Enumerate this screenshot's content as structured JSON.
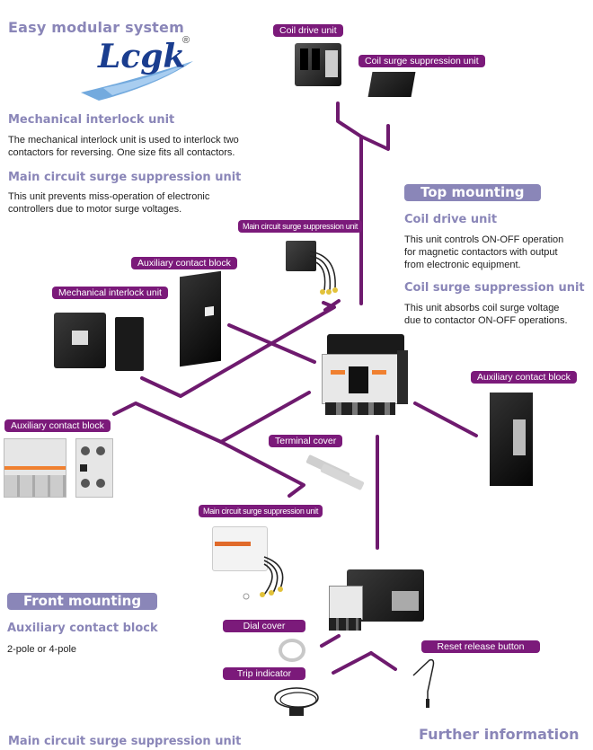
{
  "page": {
    "title": "Easy modular system",
    "logo": {
      "text": "Lcgk",
      "registered": "®"
    }
  },
  "left_sections": [
    {
      "heading": "Mechanical interlock unit",
      "body": [
        "The mechanical interlock unit is used to interlock two",
        "contactors for reversing.  One size fits all contactors."
      ]
    },
    {
      "heading": "Main circuit surge suppression unit",
      "body": [
        "This unit prevents miss-operation of electronic",
        "controllers due to motor surge voltages."
      ]
    }
  ],
  "top_mounting": {
    "pill": "Top mounting",
    "sections": [
      {
        "heading": "Coil drive unit",
        "body": [
          "This unit controls ON-OFF operation",
          "for magnetic contactors with output",
          "from electronic equipment."
        ]
      },
      {
        "heading": "Coil surge suppression unit",
        "body": [
          "This unit absorbs coil surge voltage",
          "due to contactor ON-OFF operations."
        ]
      }
    ]
  },
  "front_mounting": {
    "pill": "Front mounting",
    "heading": "Auxiliary contact block",
    "body": "2-pole or 4-pole"
  },
  "footer": {
    "left_heading": "Main circuit surge suppression unit",
    "right_heading": "Further information"
  },
  "tags": {
    "coil_drive": "Coil drive unit",
    "coil_surge": "Coil surge suppression unit",
    "main_surge_top": "Main circuit surge suppression unit",
    "aux_top": "Auxiliary contact block",
    "mech_interlock": "Mechanical interlock unit",
    "aux_left": "Auxiliary contact block",
    "aux_right": "Auxiliary contact block",
    "terminal_cover": "Terminal cover",
    "main_surge_bottom": "Main circuit surge suppression unit",
    "dial_cover": "Dial cover",
    "trip_indicator": "Trip indicator",
    "reset_release": "Reset release button"
  },
  "colors": {
    "heading": "#8a86b8",
    "tag": "#7b1a7a",
    "connector": "#6e1a6e",
    "logo": "#1a3d8f"
  }
}
